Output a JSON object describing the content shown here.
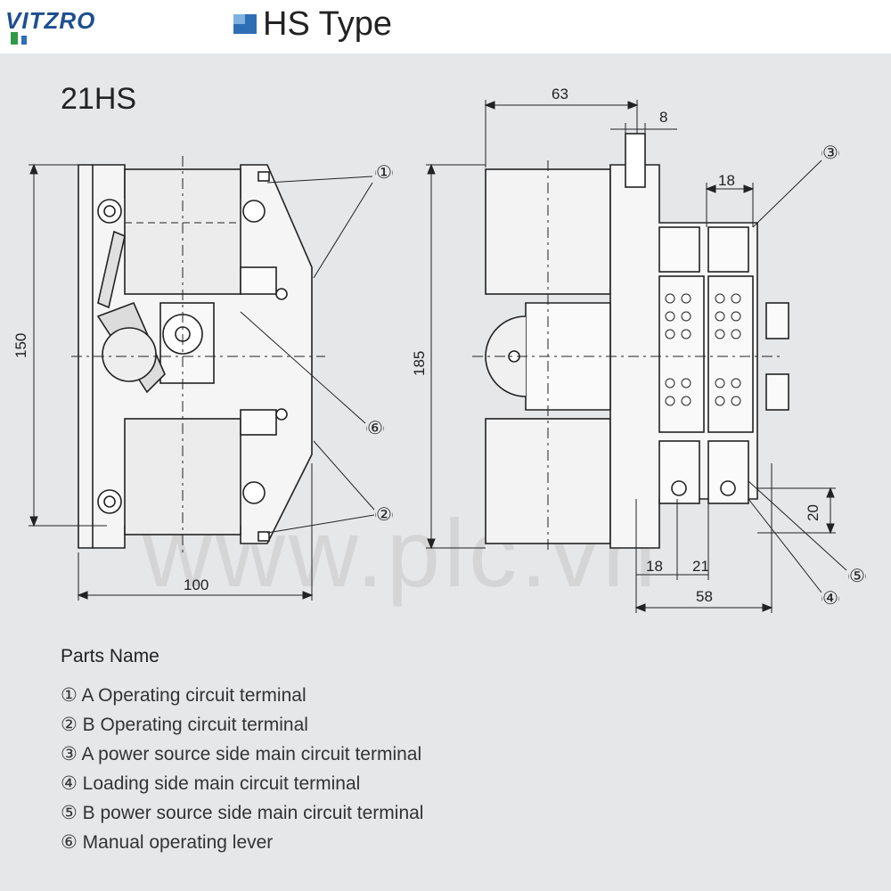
{
  "header": {
    "logo_text": "VITZRO",
    "title": "HS Type"
  },
  "model": "21HS",
  "watermark": "www.plc.vn",
  "dimensions": {
    "front_width": "100",
    "front_height": "150",
    "side_width_top": "63",
    "lever_width": "8",
    "terminal_pitch": "18",
    "side_height": "185",
    "bottom_pitch_a": "18",
    "bottom_pitch_b": "21",
    "side_depth": "58",
    "terminal_height": "20"
  },
  "callouts": [
    "①",
    "②",
    "③",
    "④",
    "⑤",
    "⑥"
  ],
  "parts": {
    "title": "Parts Name",
    "items": [
      "① A Operating circuit terminal",
      "② B Operating circuit terminal",
      "③ A power source side main circuit terminal",
      "④ Loading side main circuit terminal",
      "⑤ B power source side main circuit terminal",
      "⑥ Manual operating lever"
    ]
  },
  "colors": {
    "background": "#e6e7e9",
    "header": "#ffffff",
    "accent": "#2e6eb5",
    "line": "#222222"
  }
}
